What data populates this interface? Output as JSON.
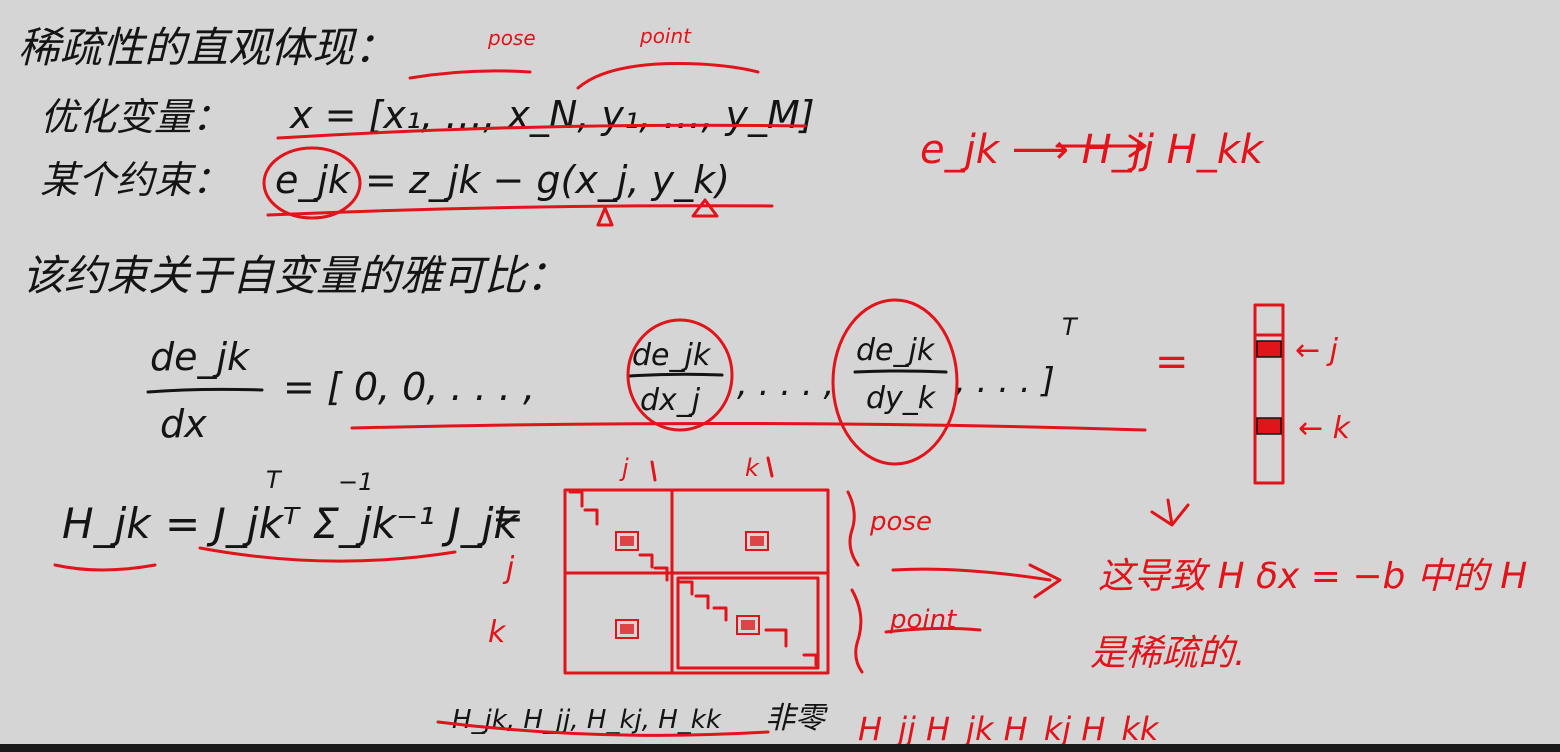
{
  "colors": {
    "background": "#d5d5d5",
    "black_ink": "#141414",
    "red_ink": "#e0141a"
  },
  "lines": {
    "heading": "稀疏性的直观体现：",
    "heading_pose": "pose",
    "heading_point": "point",
    "variables_label": "优化变量：",
    "variables_expr": "x = [x₁, …, x_N, y₁, …, y_M]",
    "constraint_label": "某个约束：",
    "constraint_lhs": "e_jk",
    "constraint_rhs": "= z_jk − g(x_j, y_k)",
    "jacobian_title": "该约束关于自变量的雅可比：",
    "grad_num": "de_jk",
    "grad_den": "dx",
    "grad_rhs_open": "= [ 0,  0,  . . . ,",
    "grad_j_num": "de_jk",
    "grad_j_den": "dx_j",
    "grad_mid": ", . . . ,",
    "grad_k_num": "de_jk",
    "grad_k_den": "dy_k",
    "grad_close": ", . . . ]",
    "grad_T": "T",
    "grad_eq": "=",
    "arrow_j": "← j",
    "arrow_k": "← k",
    "hessian_lhs": "H_jk",
    "hessian_rhs": "= J_jkᵀ Σ_jk⁻¹ J_jk",
    "hessian_T": "T",
    "hessian_inv": "−1",
    "hessian_eq": "=",
    "col_j": "j",
    "col_k": "k",
    "row_j": "j",
    "row_k": "k",
    "brace_pose": "pose",
    "brace_point": "point",
    "mapping": "e_jk ⟶ H_jj   H_kk",
    "conclusion_1": "这导致 H δx = −b 中的 H",
    "conclusion_2": "是稀疏的.",
    "nonzero_struck": "H_jk, H_jj, H_kj, H_kk",
    "nonzero_word": "非零",
    "nonzero_terms": "H_jj  H_jk  H_kj  H_kk"
  }
}
